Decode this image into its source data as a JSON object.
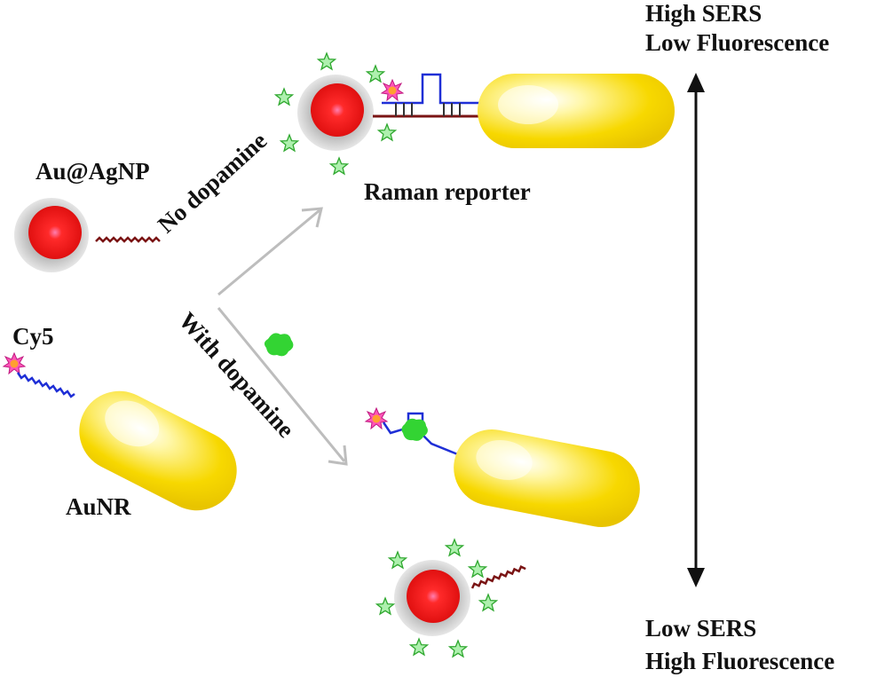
{
  "labels": {
    "au_ag_np": "Au@AgNP",
    "cy5": "Cy5",
    "au_nr": "AuNR",
    "no_dopamine": "No dopamine",
    "with_dopamine": "With dopamine",
    "raman_reporter": "Raman reporter",
    "high_sers": "High SERS",
    "low_fluorescence": "Low Fluorescence",
    "low_sers": "Low SERS",
    "high_fluorescence": "High Fluorescence"
  },
  "colors": {
    "gold_rod": "#f5d400",
    "silver_shell": "#c8c8c8",
    "gold_core": "#ff1f1f",
    "dna_dark": "#7a1414",
    "dna_blue": "#1f2fd6",
    "star_green": "#7ee07e",
    "dopamine_green": "#33d433",
    "arrow_gray": "#bdbdbd",
    "cy5_burst": "#ff3fb0"
  },
  "icons": [
    "au-ag-nanoparticle-icon",
    "gold-nanorod-icon",
    "cy5-dye-icon",
    "raman-reporter-star-icon",
    "dopamine-molecule-icon",
    "double-headed-arrow-icon"
  ]
}
